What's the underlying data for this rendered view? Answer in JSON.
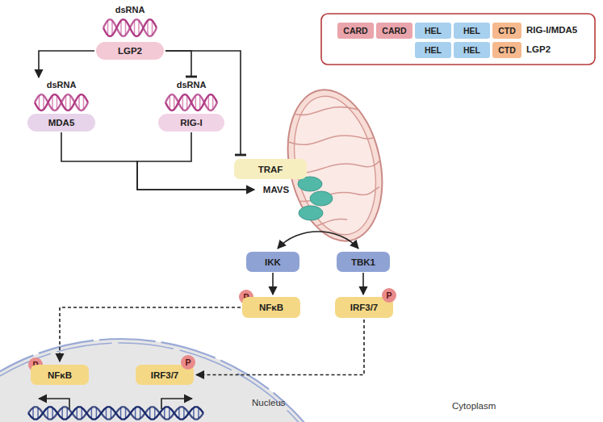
{
  "diagram": {
    "nodes": [
      {
        "text": [
          "dsRNA",
          "LGP2"
        ]
      },
      {
        "text": [
          "dsRNA",
          "MDA5"
        ]
      },
      {
        "text": [
          "dsRNA",
          "RIG-I"
        ]
      },
      {
        "text": [
          "TRAF"
        ]
      },
      {
        "text": [
          "MAVS"
        ]
      },
      {
        "text": [
          "IKK"
        ]
      },
      {
        "text": [
          "TBK1"
        ]
      },
      {
        "text": [
          "P"
        ]
      },
      {
        "text": [
          "NFκB"
        ]
      },
      {
        "text": [
          "IRF3/7"
        ]
      },
      {
        "text": [
          "P"
        ]
      },
      {
        "text": [
          "P"
        ]
      },
      {
        "text": [
          "NFκB"
        ]
      },
      {
        "text": [
          "IRF3/7"
        ]
      },
      {
        "text": [
          "P"
        ]
      },
      {
        "text": [
          "CARD"
        ]
      },
      {
        "text": [
          "CARD"
        ]
      },
      {
        "text": [
          "HEL"
        ]
      },
      {
        "text": [
          "HEL"
        ]
      },
      {
        "text": [
          "CTD"
        ]
      },
      {
        "text": [
          "HEL"
        ]
      },
      {
        "text": [
          "HEL"
        ]
      },
      {
        "text": [
          "CTD"
        ]
      }
    ],
    "edges": [
      {
        "from": 0,
        "to": 1,
        "arrow": "to"
      },
      {
        "from": 0,
        "to": 2,
        "arrow": "to"
      },
      {
        "from": 0,
        "to": 3,
        "arrow": "to"
      },
      {
        "from": 1,
        "to": 4,
        "arrow": "to"
      },
      {
        "from": 2,
        "to": 4,
        "arrow": "to"
      },
      {
        "from": 5,
        "to": 6,
        "arrow": "both"
      },
      {
        "from": 5,
        "to": 8,
        "arrow": "to"
      },
      {
        "from": 6,
        "to": 9,
        "arrow": "to"
      },
      {
        "from": 8,
        "to": 12,
        "arrow": "to"
      },
      {
        "from": 9,
        "to": 13,
        "arrow": "to"
      }
    ],
    "labels": [
      "RIG-I/MDA5",
      "LGP2",
      "Nucleus",
      "Cytoplasm"
    ]
  }
}
